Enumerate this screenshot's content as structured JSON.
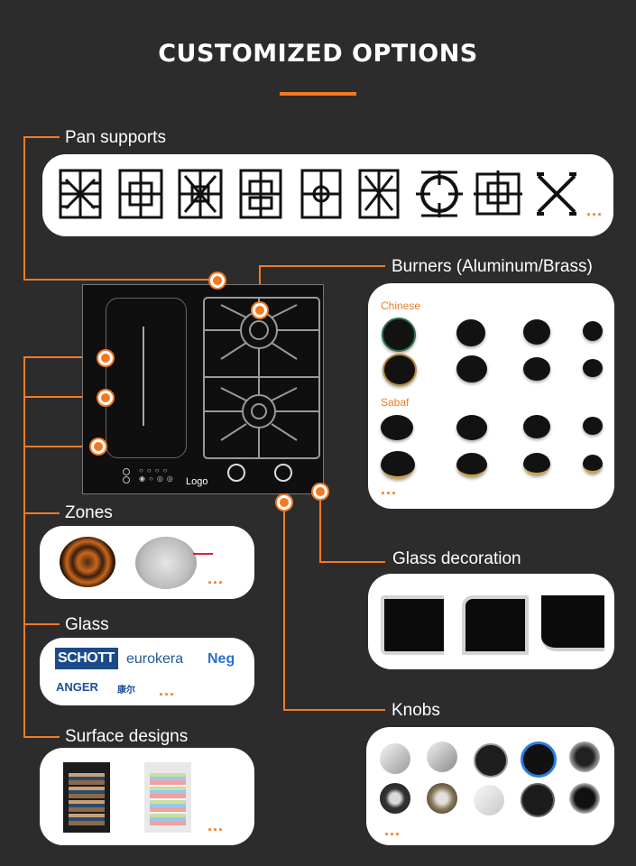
{
  "title": "CUSTOMIZED OPTIONS",
  "colors": {
    "accent": "#f07a24",
    "background": "#2c2c2c",
    "card": "#ffffff",
    "glass": "#0f0f0f"
  },
  "pan_supports": {
    "label": "Pan supports",
    "more": "...",
    "item_count": 9
  },
  "burners": {
    "label": "Burners (Aluminum/Brass)",
    "groups": [
      {
        "name": "Chinese"
      },
      {
        "name": "Sabaf"
      }
    ],
    "more": "..."
  },
  "hob": {
    "logo": "Logo"
  },
  "zones": {
    "label": "Zones",
    "more": "..."
  },
  "glass": {
    "label": "Glass",
    "brands": [
      "SCHOTT",
      "eurokera",
      "Neg",
      "ANGER",
      "康尔"
    ],
    "more": "..."
  },
  "surface_designs": {
    "label": "Surface designs",
    "more": "..."
  },
  "glass_decoration": {
    "label": "Glass decoration"
  },
  "knobs": {
    "label": "Knobs",
    "more": "..."
  }
}
